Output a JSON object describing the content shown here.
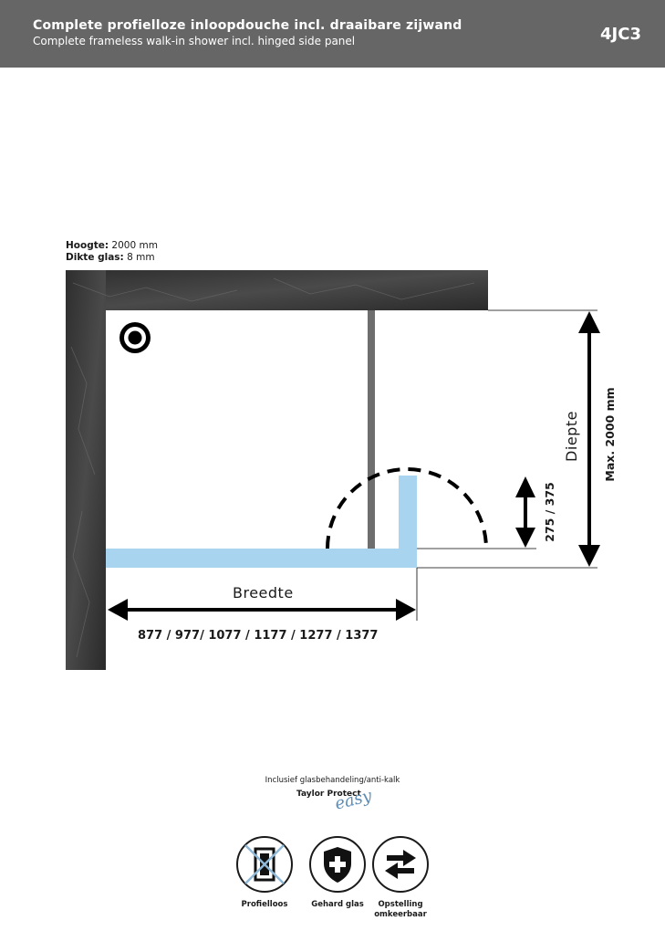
{
  "header": {
    "title_nl": "Complete profielloze inloopdouche incl. draaibare zijwand",
    "title_en": "Complete frameless walk-in shower incl. hinged side panel",
    "code": "4JC3"
  },
  "specs": {
    "height_label": "Hoogte:",
    "height_value": "2000 mm",
    "glass_label": "Dikte glas:",
    "glass_value": "8 mm"
  },
  "drawing": {
    "width_label": "Breedte",
    "width_values": "877 / 977/ 1077 / 1177 / 1277 / 1377",
    "depth_label": "Diepte",
    "depth_max": "Max. 2000 mm",
    "panel_values": "275 / 375",
    "colors": {
      "glass": "#a8d4ef",
      "wall": "#3a3a3a",
      "arrow": "#111111"
    }
  },
  "footer": {
    "note": "Inclusief glasbehandeling/anti-kalk",
    "brand": "Taylor Protect",
    "brand_script": "easy",
    "features": [
      {
        "label": "Profielloos",
        "icon": "frameless-icon"
      },
      {
        "label": "Gehard glas",
        "icon": "shield-icon"
      },
      {
        "label": "Opstelling omkeerbaar",
        "icon": "reversible-arrows-icon"
      }
    ]
  }
}
